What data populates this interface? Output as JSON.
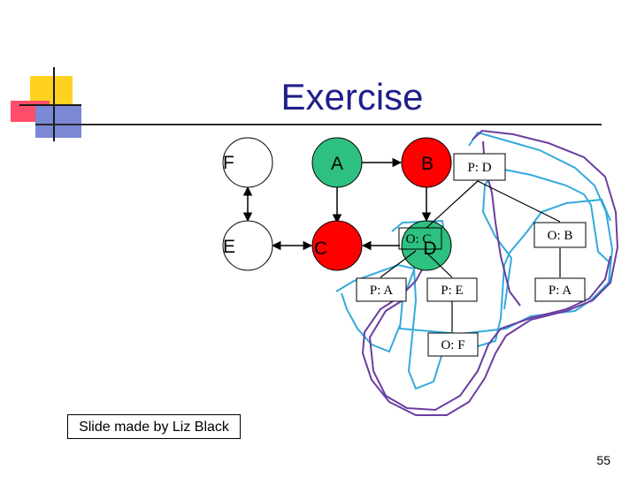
{
  "slide": {
    "title": "Exercise",
    "footer": "Slide made by Liz Black",
    "page_number": "55"
  },
  "colors": {
    "title": "#1f1f8a",
    "red_node": "#ff0000",
    "green_node": "#2ec080",
    "white_node": "#ffffff",
    "cyan_annotation": "#33aadd",
    "purple_annotation": "#6a3ea0",
    "deco_yellow": "#ffd21f",
    "deco_pink": "#ff4d6a",
    "deco_blue": "#7a88d6"
  },
  "graph": {
    "nodes": {
      "F": {
        "label": "F",
        "fill": "white"
      },
      "E": {
        "label": "E",
        "fill": "white"
      },
      "A": {
        "label": "A",
        "fill": "green"
      },
      "C": {
        "label": "C",
        "fill": "red"
      },
      "B": {
        "label": "B",
        "fill": "red"
      },
      "D": {
        "label": "D",
        "fill": "green"
      }
    },
    "edges": [
      {
        "from": "F",
        "to": "E",
        "direction": "both"
      },
      {
        "from": "E",
        "to": "C",
        "direction": "both"
      },
      {
        "from": "A",
        "to": "C",
        "direction": "forward"
      },
      {
        "from": "A",
        "to": "B",
        "direction": "forward"
      },
      {
        "from": "B",
        "to": "D",
        "direction": "forward"
      },
      {
        "from": "D",
        "to": "C",
        "direction": "forward"
      }
    ]
  },
  "dialogue_tree": {
    "nodes": {
      "pd": "P: D",
      "oc": "O: C",
      "ob": "O: B",
      "pa1": "P: A",
      "pe": "P: E",
      "pa2": "P: A",
      "of": "O: F"
    },
    "edges": [
      {
        "from": "pd",
        "to": "oc"
      },
      {
        "from": "pd",
        "to": "ob"
      },
      {
        "from": "oc",
        "to": "pa1"
      },
      {
        "from": "oc",
        "to": "pe"
      },
      {
        "from": "ob",
        "to": "pa2"
      },
      {
        "from": "pe",
        "to": "of"
      }
    ]
  }
}
